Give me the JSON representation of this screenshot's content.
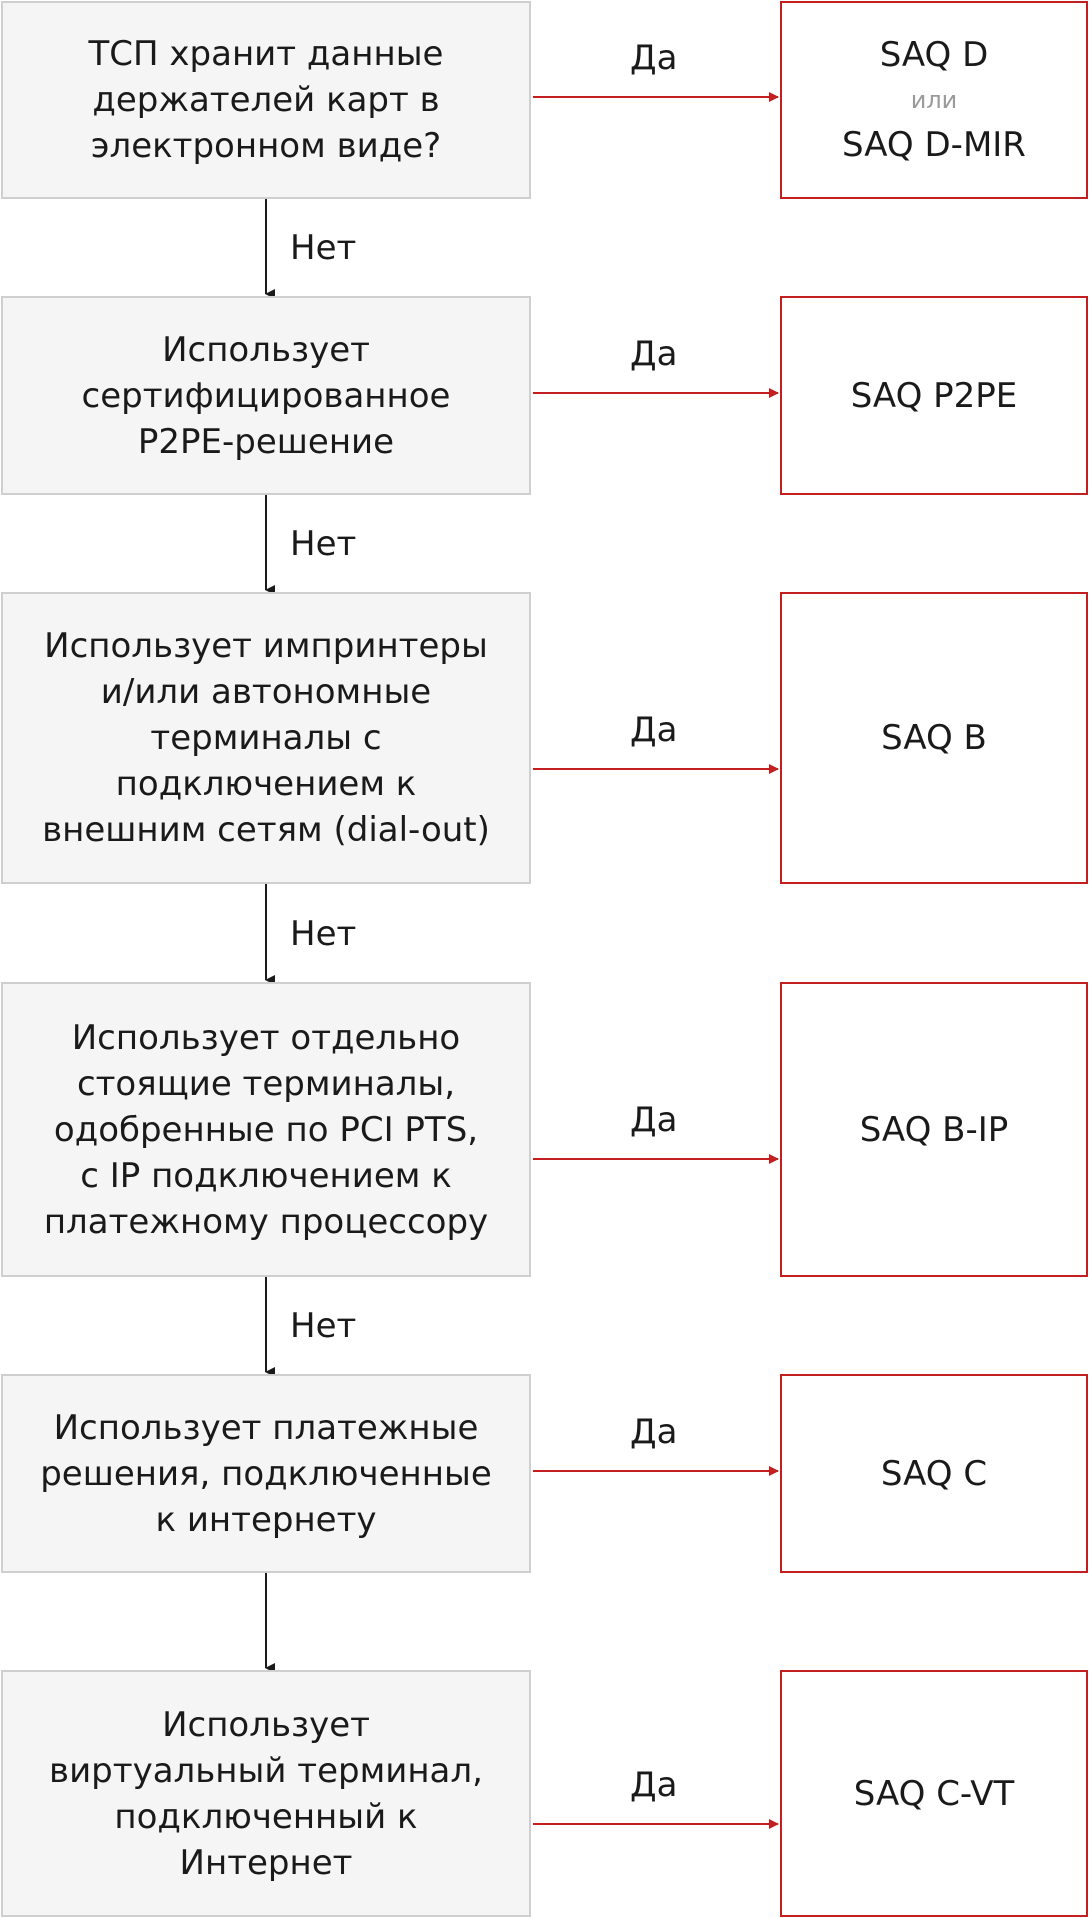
{
  "questions": [
    {
      "text": "ТСП хранит данные\nдержателей карт в\nэлектронном виде?"
    },
    {
      "text": "Использует\nсертифицированное\nP2PE-решение"
    },
    {
      "text": "Использует импринтеры\nи/или автономные\nтерминалы с\nподключением к\nвнешним сетям (dial-out)"
    },
    {
      "text": "Использует отдельно\nстоящие терминалы,\nодобренные по PCI PTS,\nс IP подключением к\nплатежному процессору"
    },
    {
      "text": "Использует платежные\nрешения, подключенные\nк интернету"
    },
    {
      "text": "Использует\nвиртуальный терминал,\nподключенный к\nИнтернет"
    }
  ],
  "results": [
    {
      "line1": "SAQ D",
      "or": "или",
      "line2": "SAQ D-MIR"
    },
    {
      "line1": "SAQ P2PE"
    },
    {
      "line1": "SAQ B"
    },
    {
      "line1": "SAQ B-IP"
    },
    {
      "line1": "SAQ C"
    },
    {
      "line1": "SAQ C-VT"
    }
  ],
  "yes_label": "Да",
  "no_label": "Нет",
  "colors": {
    "question_fill": "#f5f5f5",
    "question_border": "#cfcfcf",
    "result_border": "#c41e1e",
    "yes_arrow": "#c41e1e",
    "no_arrow": "#1a1a1a"
  }
}
